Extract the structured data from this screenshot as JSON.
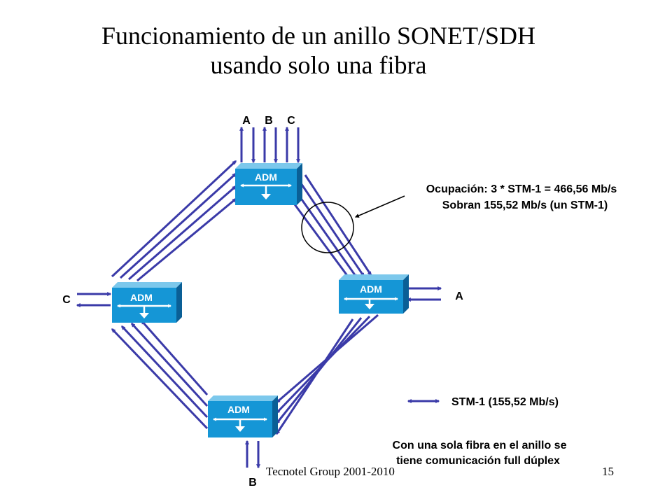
{
  "title": {
    "line1": "Funcionamiento de un anillo SONET/SDH",
    "line2": "usando solo una fibra"
  },
  "nodes": {
    "top": {
      "label": "ADM",
      "ports": [
        "A",
        "B",
        "C"
      ]
    },
    "left": {
      "label": "ADM",
      "port": "C"
    },
    "right": {
      "label": "ADM",
      "port": "A"
    },
    "bottom": {
      "label": "ADM",
      "port": "B"
    }
  },
  "annotation": {
    "line1": "Ocupación: 3 * STM-1 = 466,56 Mb/s",
    "line2": "Sobran 155,52 Mb/s (un STM-1)"
  },
  "legend": {
    "label": "STM-1 (155,52 Mb/s)"
  },
  "note": {
    "line1": "Con una sola fibra en el anillo se",
    "line2": "tiene comunicación full dúplex"
  },
  "footer": {
    "left": "Tecnotel Group 2001-2010",
    "page": "15"
  },
  "colors": {
    "line": "#3a3aa8",
    "adm_front": "#1596d6",
    "adm_top": "#7cc8ec",
    "adm_side": "#0a5f96"
  }
}
